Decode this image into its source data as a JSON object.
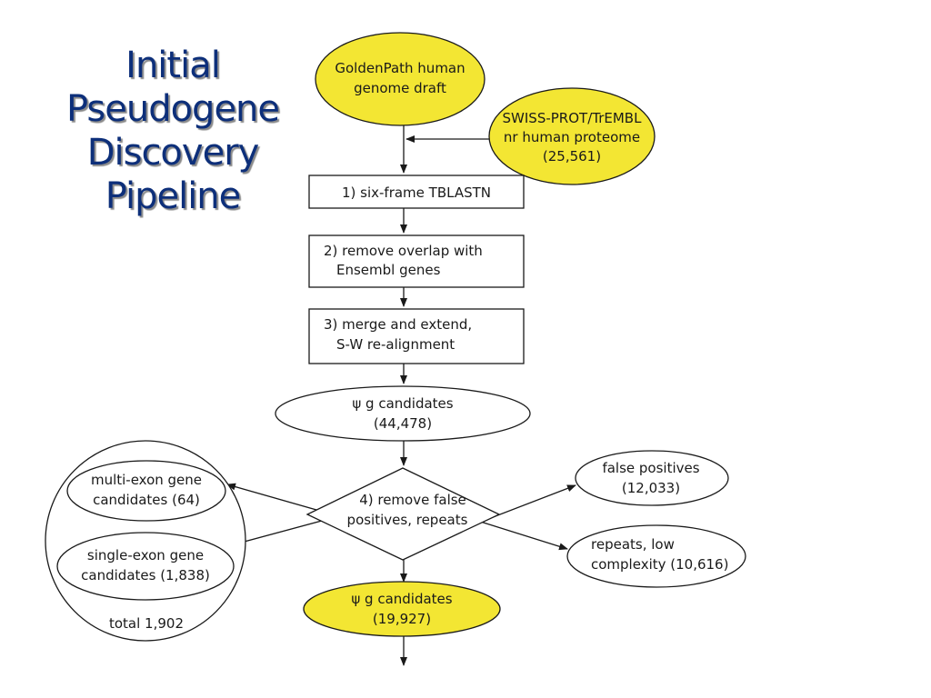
{
  "title": {
    "lines": [
      "Initial",
      "Pseudogene",
      "Discovery",
      "Pipeline"
    ]
  },
  "nodes": {
    "goldenpath": {
      "lines": [
        "GoldenPath human",
        "genome draft"
      ],
      "fill": "#f3e633"
    },
    "swissprot": {
      "lines": [
        "SWISS-PROT/TrEMBL",
        "nr human proteome",
        "(25,561)"
      ],
      "fill": "#f3e633"
    },
    "step1": {
      "lines": [
        "1) six-frame TBLASTN"
      ]
    },
    "step2": {
      "lines": [
        "2) remove overlap with",
        "Ensembl genes"
      ]
    },
    "step3": {
      "lines": [
        "3) merge and extend,",
        "S-W re-alignment"
      ]
    },
    "candidates1": {
      "lines": [
        "ψ g candidates",
        "(44,478)"
      ]
    },
    "step4": {
      "lines": [
        "4) remove false",
        "positives,  repeats"
      ]
    },
    "false_positives": {
      "lines": [
        "false positives",
        "(12,033)"
      ]
    },
    "repeats": {
      "lines": [
        "repeats, low",
        "complexity (10,616)"
      ]
    },
    "multi_exon": {
      "lines": [
        "multi-exon gene",
        "candidates (64)"
      ]
    },
    "single_exon": {
      "lines": [
        "single-exon gene",
        "candidates (1,838)"
      ]
    },
    "total": {
      "lines": [
        "total 1,902"
      ]
    },
    "candidates2": {
      "lines": [
        "ψ g candidates",
        "(19,927)"
      ],
      "fill": "#f3e633"
    }
  },
  "colors": {
    "title": "#0d2f7a",
    "highlight": "#f3e633",
    "stroke": "#1a1a1a"
  }
}
